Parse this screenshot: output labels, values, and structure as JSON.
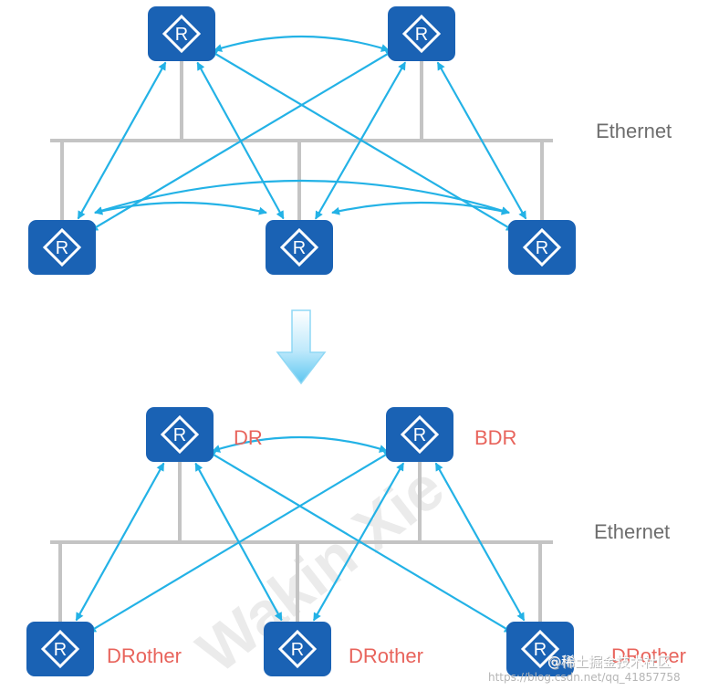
{
  "colors": {
    "router_fill": "#1a62b4",
    "link": "#23b2e6",
    "bus": "#c4c4c4",
    "role_label": "#e8645c",
    "ethernet_label": "#6d6d6d",
    "transition_arrow": "#86d6f5"
  },
  "router_icon": {
    "symbol": "R",
    "icon_name": "router-icon"
  },
  "top_scene": {
    "network_label": "Ethernet",
    "routers": [
      {
        "id": "t1",
        "role": ""
      },
      {
        "id": "t2",
        "role": ""
      },
      {
        "id": "t3",
        "role": ""
      },
      {
        "id": "t4",
        "role": ""
      },
      {
        "id": "t5",
        "role": ""
      }
    ],
    "adjacencies": [
      [
        "t1",
        "t2"
      ],
      [
        "t1",
        "t3"
      ],
      [
        "t1",
        "t4"
      ],
      [
        "t1",
        "t5"
      ],
      [
        "t2",
        "t3"
      ],
      [
        "t2",
        "t4"
      ],
      [
        "t2",
        "t5"
      ],
      [
        "t3",
        "t4"
      ],
      [
        "t3",
        "t5"
      ],
      [
        "t4",
        "t5"
      ]
    ]
  },
  "bottom_scene": {
    "network_label": "Ethernet",
    "routers": [
      {
        "id": "b1",
        "role": "DR"
      },
      {
        "id": "b2",
        "role": "BDR"
      },
      {
        "id": "b3",
        "role": "DRother"
      },
      {
        "id": "b4",
        "role": "DRother"
      },
      {
        "id": "b5",
        "role": "DRother"
      }
    ],
    "adjacencies": [
      [
        "b1",
        "b2"
      ],
      [
        "b1",
        "b3"
      ],
      [
        "b1",
        "b4"
      ],
      [
        "b1",
        "b5"
      ],
      [
        "b2",
        "b3"
      ],
      [
        "b2",
        "b4"
      ],
      [
        "b2",
        "b5"
      ]
    ]
  },
  "watermark": {
    "diagonal_text": "Wakin Xie",
    "footer_text": "@稀土掘金技术社区",
    "footer_url": "https://blog.csdn.net/qq_41857758"
  }
}
